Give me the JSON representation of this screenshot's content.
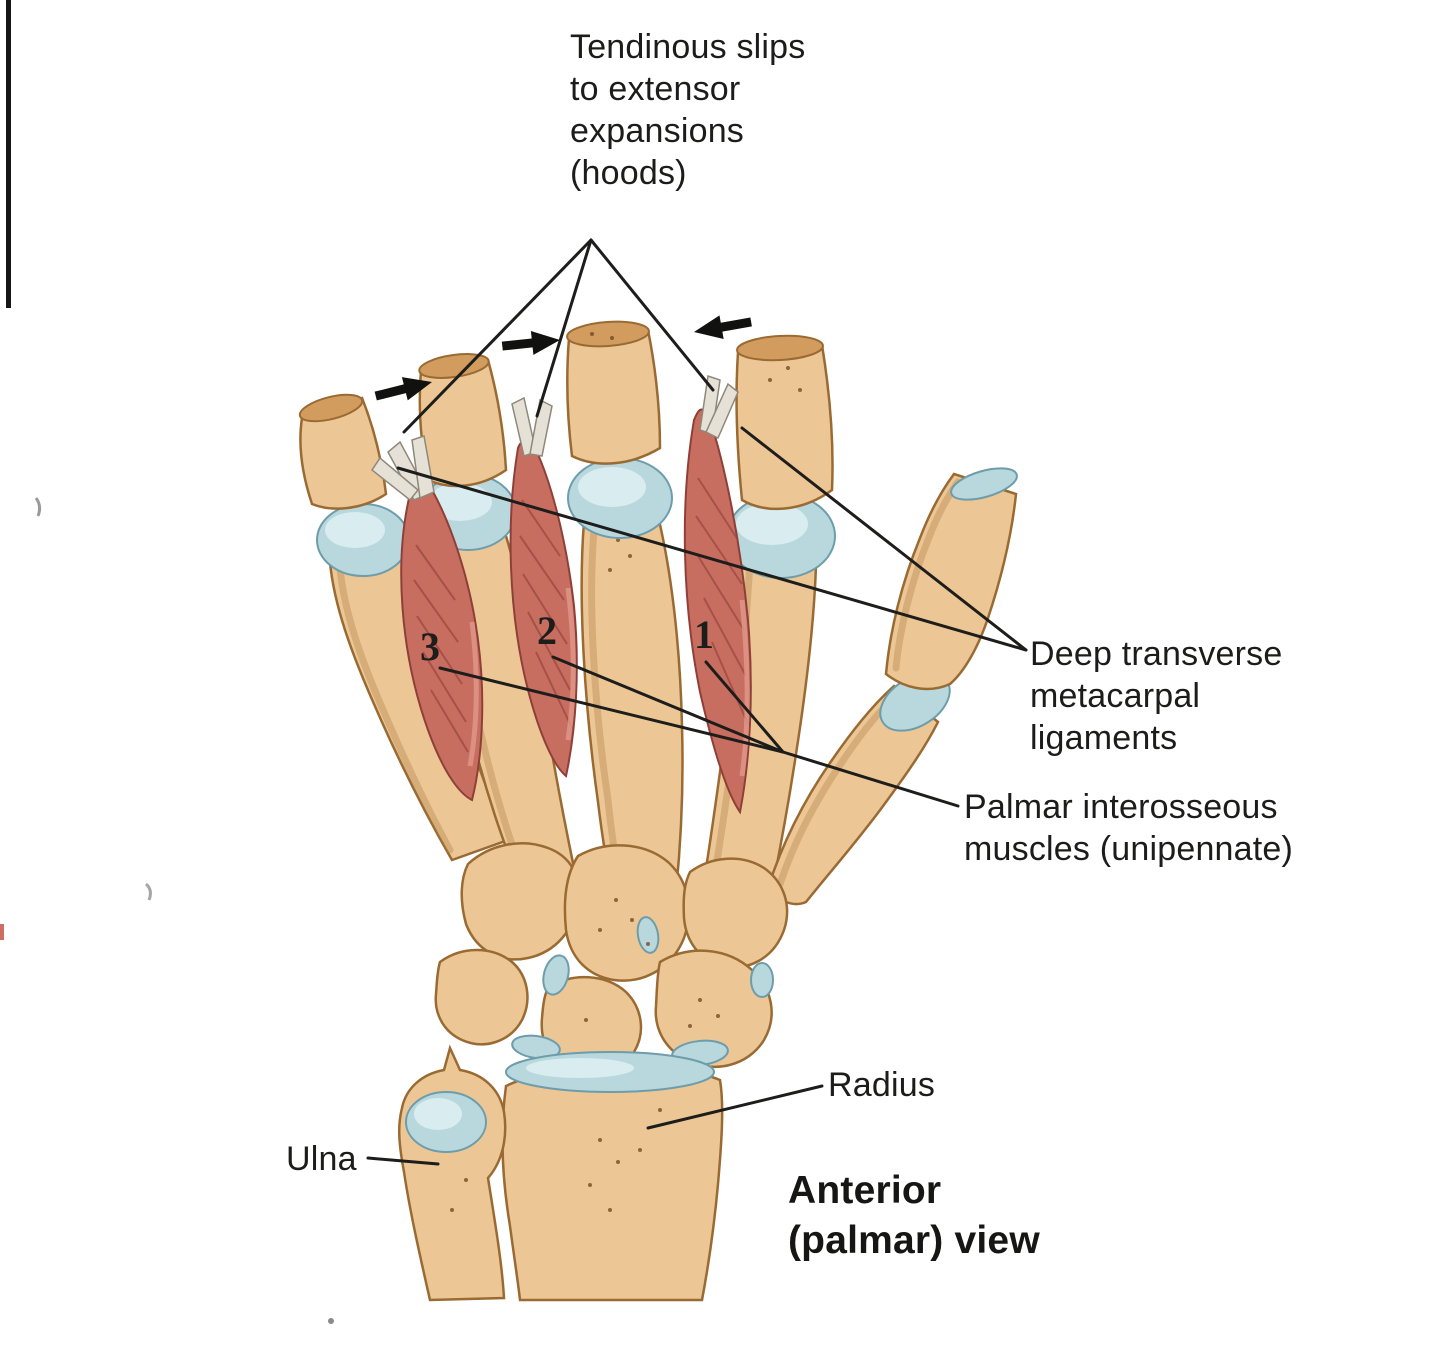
{
  "figure": {
    "caption": "Anterior\n(palmar) view"
  },
  "labels": {
    "tendinous_slips": "Tendinous slips\nto extensor\nexpansions\n(hoods)",
    "deep_transverse": "Deep transverse\nmetacarpal\nligaments",
    "palmar_interosseous": "Palmar interosseous\nmuscles (unipennate)",
    "radius": "Radius",
    "ulna": "Ulna"
  },
  "muscle_numbers": {
    "n1": "1",
    "n2": "2",
    "n3": "3"
  },
  "colors": {
    "bone": "#ecc795",
    "bone_outline": "#9a6a33",
    "cartilage": "#b9d8de",
    "muscle": "#c76e60",
    "leader_line": "#1d1d1b",
    "background": "#ffffff"
  }
}
